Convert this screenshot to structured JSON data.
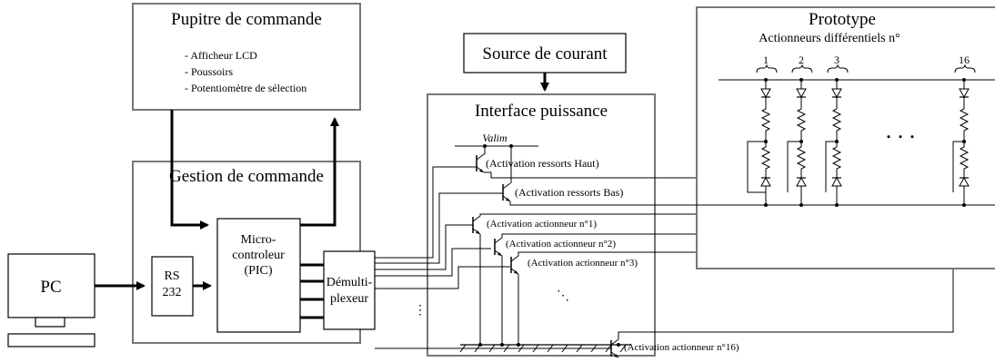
{
  "pupitre": {
    "title": "Pupitre de commande",
    "items": [
      "- Afficheur LCD",
      "- Poussoirs",
      "- Potentiomètre de sélection"
    ]
  },
  "gestion": {
    "title": "Gestion de commande"
  },
  "pc": {
    "label": "PC"
  },
  "rs232": {
    "line1": "RS",
    "line2": "232"
  },
  "micro": {
    "line1": "Micro-",
    "line2": "controleur",
    "line3": "(PIC)"
  },
  "demux": {
    "line1": "Démulti-",
    "line2": "plexeur"
  },
  "source": {
    "label": "Source de courant"
  },
  "interface": {
    "title": "Interface puissance",
    "valim": "Valim",
    "act_haut": "(Activation ressorts Haut)",
    "act_bas": "(Activation ressorts Bas)",
    "act_1": "(Activation actionneur n°1)",
    "act_2": "(Activation actionneur n°2)",
    "act_3": "(Activation actionneur n°3)",
    "act_16": "(Activation actionneur n°16)"
  },
  "prototype": {
    "title": "Prototype",
    "subtitle": "Actionneurs différentiels n°",
    "numbers": [
      "1",
      "2",
      "3",
      "16"
    ]
  }
}
